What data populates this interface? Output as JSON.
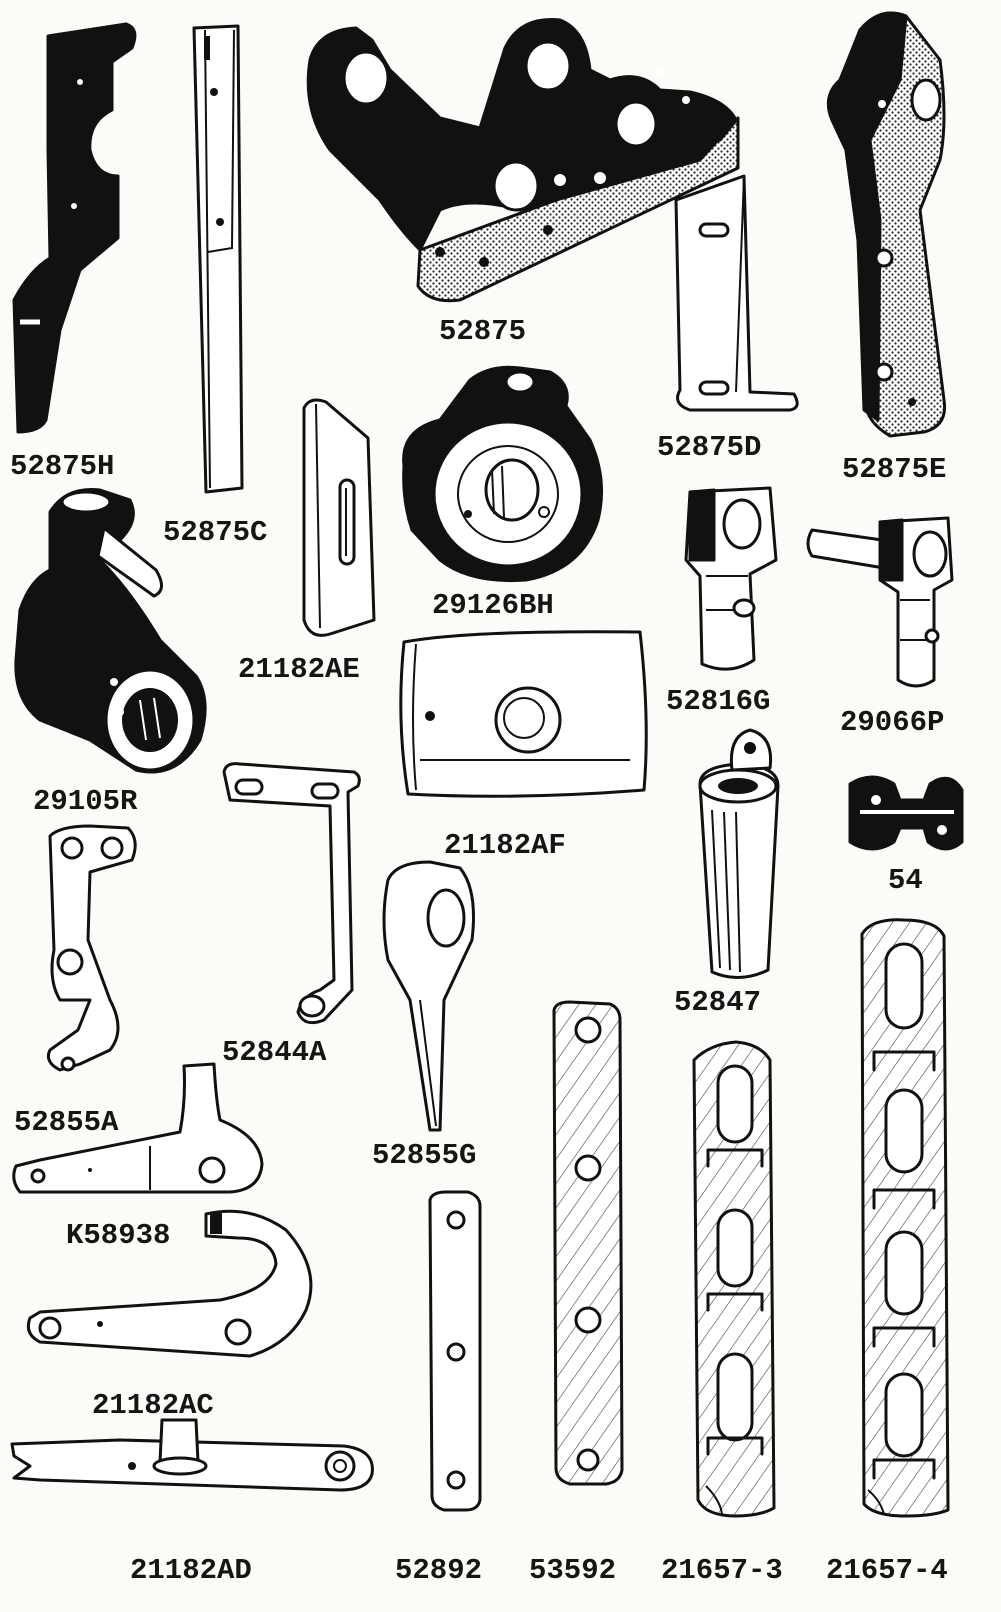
{
  "parts": [
    {
      "key": "p52875",
      "label": "52875"
    },
    {
      "key": "p52875H",
      "label": "52875H"
    },
    {
      "key": "p52875C",
      "label": "52875C"
    },
    {
      "key": "p52875D",
      "label": "52875D"
    },
    {
      "key": "p52875E",
      "label": "52875E"
    },
    {
      "key": "p29126BH",
      "label": "29126BH"
    },
    {
      "key": "p21182AE",
      "label": "21182AE"
    },
    {
      "key": "p29105R",
      "label": "29105R"
    },
    {
      "key": "p52816G",
      "label": "52816G"
    },
    {
      "key": "p29066P",
      "label": "29066P"
    },
    {
      "key": "p21182AF",
      "label": "21182AF"
    },
    {
      "key": "p54",
      "label": "54"
    },
    {
      "key": "p52847",
      "label": "52847"
    },
    {
      "key": "p52844A",
      "label": "52844A"
    },
    {
      "key": "p52855A",
      "label": "52855A"
    },
    {
      "key": "p52855G",
      "label": "52855G"
    },
    {
      "key": "pK58938",
      "label": "K58938"
    },
    {
      "key": "p21182AC",
      "label": "21182AC"
    },
    {
      "key": "p21182AD",
      "label": "21182AD"
    },
    {
      "key": "p52892",
      "label": "52892"
    },
    {
      "key": "p53592",
      "label": "53592"
    },
    {
      "key": "p21657_3",
      "label": "21657-3"
    },
    {
      "key": "p21657_4",
      "label": "21657-4"
    }
  ],
  "labels": {
    "p52875": "52875",
    "p52875H": "52875H",
    "p52875C": "52875C",
    "p52875D": "52875D",
    "p52875E": "52875E",
    "p29126BH": "29126BH",
    "p21182AE": "21182AE",
    "p29105R": "29105R",
    "p52816G": "52816G",
    "p29066P": "29066P",
    "p21182AF": "21182AF",
    "p54": "54",
    "p52847": "52847",
    "p52844A": "52844A",
    "p52855A": "52855A",
    "p52855G": "52855G",
    "pK58938": "K58938",
    "p21182AC": "21182AC",
    "p21182AD": "21182AD",
    "p52892": "52892",
    "p53592": "53592",
    "p21657_3": "21657-3",
    "p21657_4": "21657-4"
  },
  "colors": {
    "ink": "#111111",
    "paper": "#fbfbf7"
  }
}
